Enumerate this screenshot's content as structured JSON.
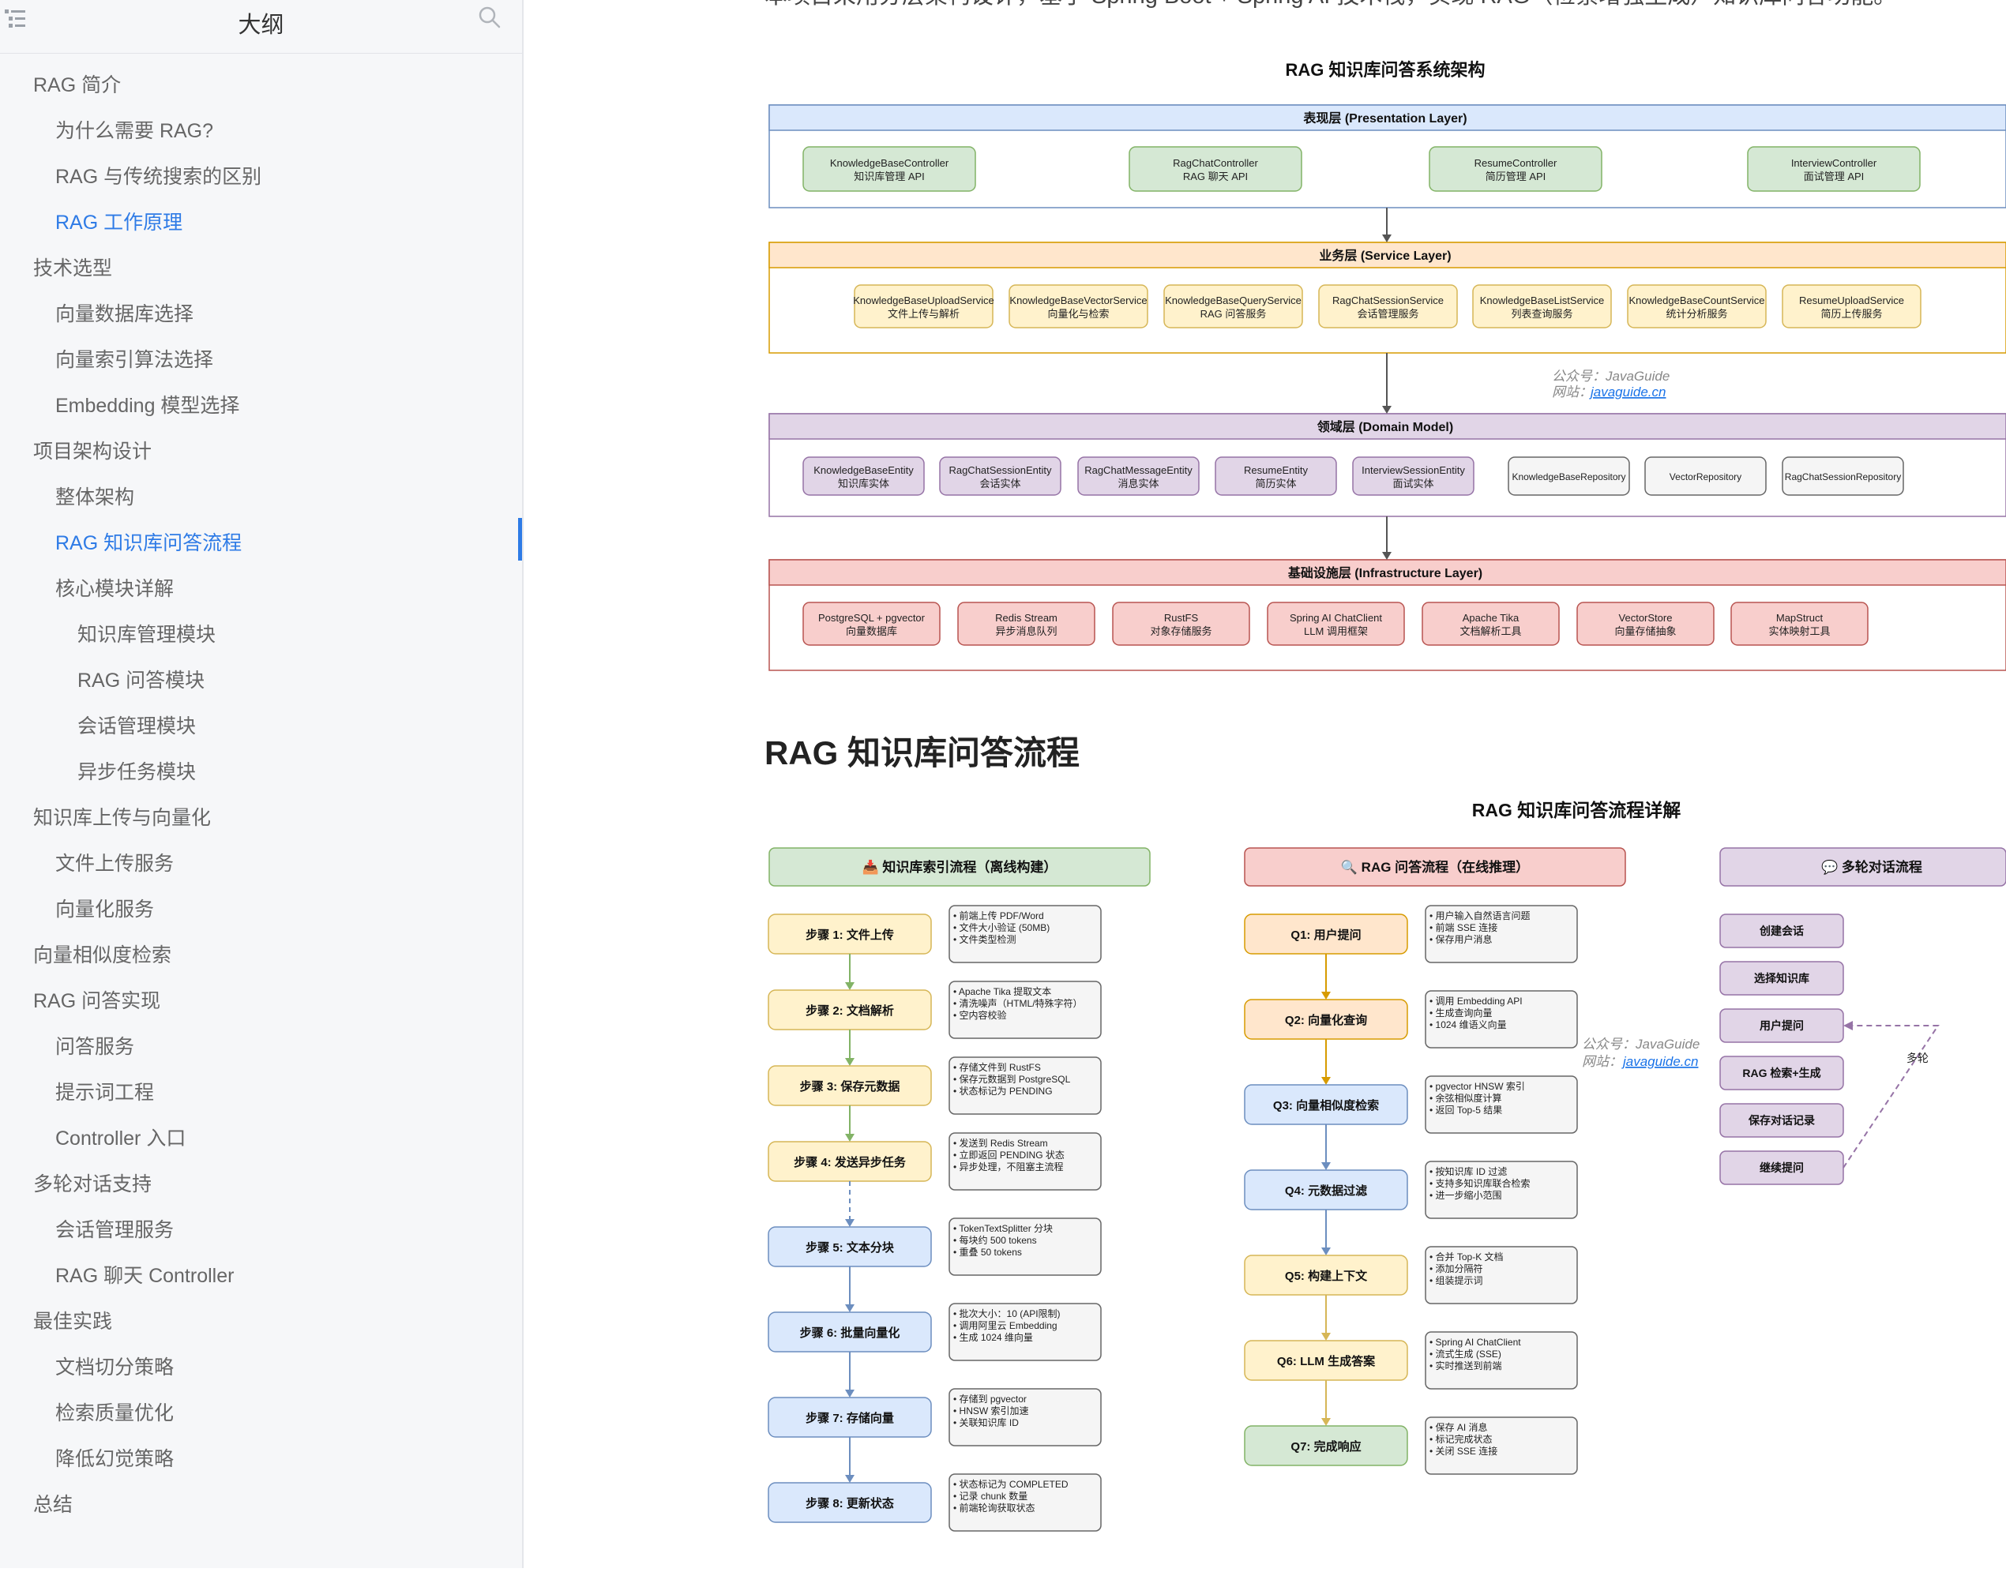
{
  "sidebar": {
    "title": "大纲",
    "items": [
      {
        "label": "RAG 简介",
        "level": 1
      },
      {
        "label": "为什么需要 RAG?",
        "level": 2
      },
      {
        "label": "RAG 与传统搜索的区别",
        "level": 2
      },
      {
        "label": "RAG 工作原理",
        "level": 2,
        "highlighted": true
      },
      {
        "label": "技术选型",
        "level": 1
      },
      {
        "label": "向量数据库选择",
        "level": 2
      },
      {
        "label": "向量索引算法选择",
        "level": 2
      },
      {
        "label": "Embedding 模型选择",
        "level": 2
      },
      {
        "label": "项目架构设计",
        "level": 1
      },
      {
        "label": "整体架构",
        "level": 2
      },
      {
        "label": "RAG 知识库问答流程",
        "level": 2,
        "highlighted": true,
        "current": true
      },
      {
        "label": "核心模块详解",
        "level": 2
      },
      {
        "label": "知识库管理模块",
        "level": 3
      },
      {
        "label": "RAG 问答模块",
        "level": 3
      },
      {
        "label": "会话管理模块",
        "level": 3
      },
      {
        "label": "异步任务模块",
        "level": 3
      },
      {
        "label": "知识库上传与向量化",
        "level": 1
      },
      {
        "label": "文件上传服务",
        "level": 2
      },
      {
        "label": "向量化服务",
        "level": 2
      },
      {
        "label": "向量相似度检索",
        "level": 1
      },
      {
        "label": "RAG 问答实现",
        "level": 1
      },
      {
        "label": "问答服务",
        "level": 2
      },
      {
        "label": "提示词工程",
        "level": 2
      },
      {
        "label": "Controller 入口",
        "level": 2
      },
      {
        "label": "多轮对话支持",
        "level": 1
      },
      {
        "label": "会话管理服务",
        "level": 2
      },
      {
        "label": "RAG 聊天 Controller",
        "level": 2
      },
      {
        "label": "最佳实践",
        "level": 1
      },
      {
        "label": "文档切分策略",
        "level": 2
      },
      {
        "label": "检索质量优化",
        "level": 2
      },
      {
        "label": "降低幻觉策略",
        "level": 2
      },
      {
        "label": "总结",
        "level": 1
      }
    ]
  },
  "content": {
    "cut_intro": "本项目采用分层架构设计，基于 Spring Boot + Spring AI 技术栈，实现 RAG（检索增强生成）知识库问答功能。",
    "section_heading": "RAG 知识库问答流程"
  },
  "architecture": {
    "title": "RAG 知识库问答系统架构",
    "watermark": {
      "label": "公众号：JavaGuide",
      "site_prefix": "网站：",
      "site": "javaguide.cn"
    },
    "layers": [
      {
        "title": "表现层 (Presentation Layer)",
        "fill": "#dae8fc",
        "stroke": "#6c8ebf",
        "boxes": [
          {
            "l1": "KnowledgeBaseController",
            "l2": "知识库管理 API"
          },
          {
            "l1": "RagChatController",
            "l2": "RAG 聊天 API"
          },
          {
            "l1": "ResumeController",
            "l2": "简历管理 API"
          },
          {
            "l1": "InterviewController",
            "l2": "面试管理 API"
          }
        ]
      },
      {
        "title": "业务层 (Service Layer)",
        "fill": "#ffe6cc",
        "stroke": "#d79b00",
        "boxes": [
          {
            "l1": "KnowledgeBaseUploadService",
            "l2": "文件上传与解析"
          },
          {
            "l1": "KnowledgeBaseVectorService",
            "l2": "向量化与检索"
          },
          {
            "l1": "KnowledgeBaseQueryService",
            "l2": "RAG 问答服务"
          },
          {
            "l1": "RagChatSessionService",
            "l2": "会话管理服务"
          },
          {
            "l1": "KnowledgeBaseListService",
            "l2": "列表查询服务"
          },
          {
            "l1": "KnowledgeBaseCountService",
            "l2": "统计分析服务"
          },
          {
            "l1": "ResumeUploadService",
            "l2": "简历上传服务"
          }
        ]
      },
      {
        "title": "领域层 (Domain Model)",
        "fill": "#e1d5e7",
        "stroke": "#9673a6",
        "boxes": [
          {
            "l1": "KnowledgeBaseEntity",
            "l2": "知识库实体"
          },
          {
            "l1": "RagChatSessionEntity",
            "l2": "会话实体"
          },
          {
            "l1": "RagChatMessageEntity",
            "l2": "消息实体"
          },
          {
            "l1": "ResumeEntity",
            "l2": "简历实体"
          },
          {
            "l1": "InterviewSessionEntity",
            "l2": "面试实体"
          },
          {
            "l1": "KnowledgeBaseRepository",
            "l2": ""
          },
          {
            "l1": "VectorRepository",
            "l2": ""
          },
          {
            "l1": "RagChatSessionRepository",
            "l2": ""
          }
        ]
      },
      {
        "title": "基础设施层 (Infrastructure Layer)",
        "fill": "#f8cecc",
        "stroke": "#b85450",
        "boxes": [
          {
            "l1": "PostgreSQL + pgvector",
            "l2": "向量数据库"
          },
          {
            "l1": "Redis Stream",
            "l2": "异步消息队列"
          },
          {
            "l1": "RustFS",
            "l2": "对象存储服务"
          },
          {
            "l1": "Spring AI ChatClient",
            "l2": "LLM 调用框架"
          },
          {
            "l1": "Apache Tika",
            "l2": "文档解析工具"
          },
          {
            "l1": "VectorStore",
            "l2": "向量存储抽象"
          },
          {
            "l1": "MapStruct",
            "l2": "实体映射工具"
          }
        ]
      }
    ]
  },
  "flow": {
    "title": "RAG 知识库问答流程详解",
    "watermark": {
      "label": "公众号：JavaGuide",
      "site_prefix": "网站：",
      "site": "javaguide.cn"
    },
    "index": {
      "header": "📥 知识库索引流程（离线构建）",
      "steps": [
        {
          "label": "步骤 1: 文件上传",
          "notes": [
            "• 前端上传 PDF/Word",
            "• 文件大小验证 (50MB)",
            "• 文件类型检测"
          ]
        },
        {
          "label": "步骤 2: 文档解析",
          "notes": [
            "• Apache Tika 提取文本",
            "• 清洗噪声（HTML/特殊字符）",
            "• 空内容校验"
          ]
        },
        {
          "label": "步骤 3: 保存元数据",
          "notes": [
            "• 存储文件到 RustFS",
            "• 保存元数据到 PostgreSQL",
            "• 状态标记为 PENDING"
          ]
        },
        {
          "label": "步骤 4: 发送异步任务",
          "notes": [
            "• 发送到 Redis Stream",
            "• 立即返回 PENDING 状态",
            "• 异步处理，不阻塞主流程"
          ]
        },
        {
          "label": "步骤 5: 文本分块",
          "notes": [
            "• TokenTextSplitter 分块",
            "• 每块约 500 tokens",
            "• 重叠 50 tokens"
          ]
        },
        {
          "label": "步骤 6: 批量向量化",
          "notes": [
            "• 批次大小：10 (API限制)",
            "• 调用阿里云 Embedding",
            "• 生成 1024 维向量"
          ]
        },
        {
          "label": "步骤 7: 存储向量",
          "notes": [
            "• 存储到 pgvector",
            "• HNSW 索引加速",
            "• 关联知识库 ID"
          ]
        },
        {
          "label": "步骤 8: 更新状态",
          "notes": [
            "• 状态标记为 COMPLETED",
            "• 记录 chunk 数量",
            "• 前端轮询获取状态"
          ]
        }
      ]
    },
    "qa": {
      "header": "🔍 RAG 问答流程（在线推理）",
      "steps": [
        {
          "label": "Q1: 用户提问",
          "notes": [
            "• 用户输入自然语言问题",
            "• 前端 SSE 连接",
            "• 保存用户消息"
          ]
        },
        {
          "label": "Q2: 向量化查询",
          "notes": [
            "• 调用 Embedding API",
            "• 生成查询向量",
            "• 1024 维语义向量"
          ]
        },
        {
          "label": "Q3: 向量相似度检索",
          "notes": [
            "• pgvector HNSW 索引",
            "• 余弦相似度计算",
            "• 返回 Top-5 结果"
          ]
        },
        {
          "label": "Q4: 元数据过滤",
          "notes": [
            "• 按知识库 ID 过滤",
            "• 支持多知识库联合检索",
            "• 进一步缩小范围"
          ]
        },
        {
          "label": "Q5: 构建上下文",
          "notes": [
            "• 合并 Top-K 文档",
            "• 添加分隔符",
            "• 组装提示词"
          ]
        },
        {
          "label": "Q6: LLM 生成答案",
          "notes": [
            "• Spring AI ChatClient",
            "• 流式生成 (SSE)",
            "• 实时推送到前端"
          ]
        },
        {
          "label": "Q7: 完成响应",
          "notes": [
            "• 保存 AI 消息",
            "• 标记完成状态",
            "• 关闭 SSE 连接"
          ]
        }
      ]
    },
    "multi": {
      "header": "💬 多轮对话流程",
      "steps": [
        "创建会话",
        "选择知识库",
        "用户提问",
        "RAG 检索+生成",
        "保存对话记录",
        "继续提问"
      ],
      "loop_label": "多轮"
    }
  }
}
